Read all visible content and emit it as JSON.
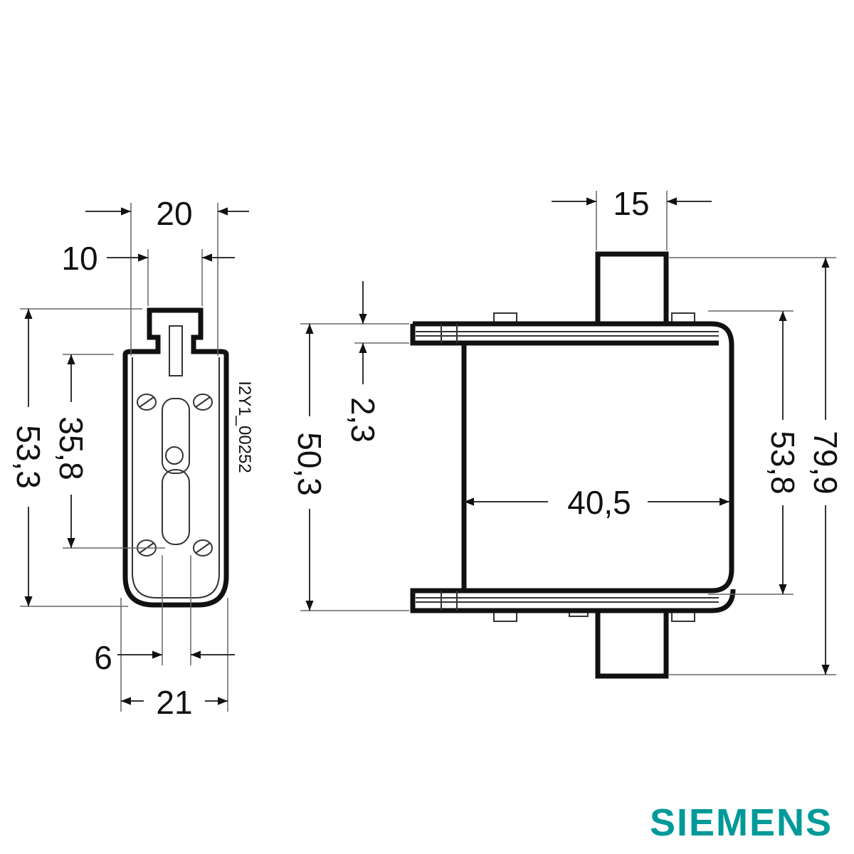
{
  "drawing": {
    "code": "I2Y1_00252",
    "units": "mm",
    "front_view": {
      "width_top": "20",
      "tab_width": "10",
      "height_total": "53,3",
      "height_inner": "35,8",
      "blade_offset": "6",
      "width_bottom": "21"
    },
    "side_view": {
      "contact_width": "15",
      "plate_thickness": "2,3",
      "height_plates": "50,3",
      "body_length": "40,5",
      "height_body": "53,8",
      "height_total": "79,9"
    }
  },
  "logo": {
    "text": "SIEMENS",
    "color": "#009999"
  }
}
